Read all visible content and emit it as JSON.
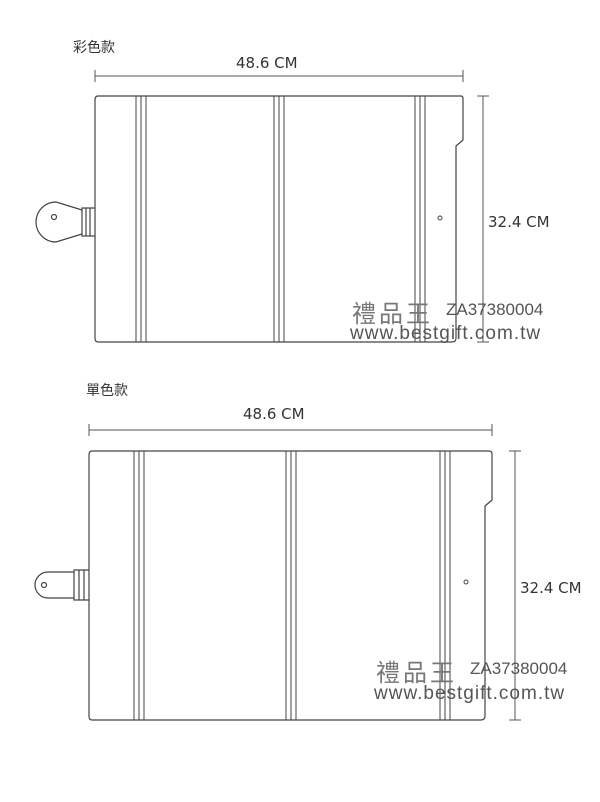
{
  "variants": [
    {
      "title": "彩色款",
      "width_label": "48.6  CM",
      "height_label": "32.4 CM"
    },
    {
      "title": "單色款",
      "width_label": "48.6  CM",
      "height_label": "32.4 CM"
    }
  ],
  "watermark": {
    "brand": "禮品王",
    "code": "ZA37380004",
    "url": "www.bestgift.com.tw"
  }
}
